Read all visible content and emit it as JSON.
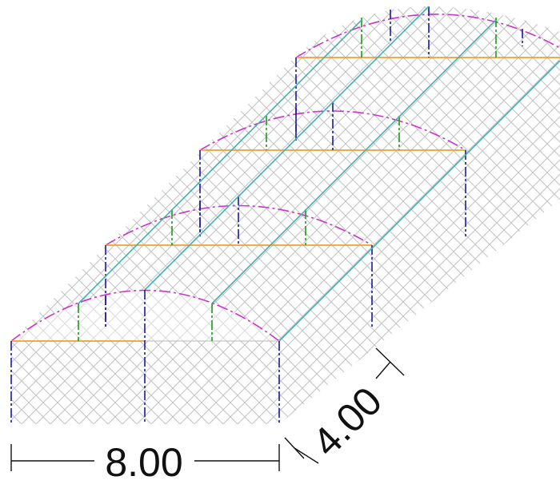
{
  "drawing": {
    "dimensions": {
      "width_label": "8.00",
      "depth_label": "4.00"
    },
    "colors": {
      "background": "#ffffff",
      "mesh": "#c4c4c4",
      "arch": "#cc33cc",
      "tie_beam": "#f0a030",
      "main_post": "#1a1aa0",
      "queen_post": "#1a9a1a",
      "purlin": "#45b0b0",
      "dimension": "#111111"
    },
    "legend_semantics": {
      "bays": 4,
      "bay_step_deg": 45
    }
  }
}
